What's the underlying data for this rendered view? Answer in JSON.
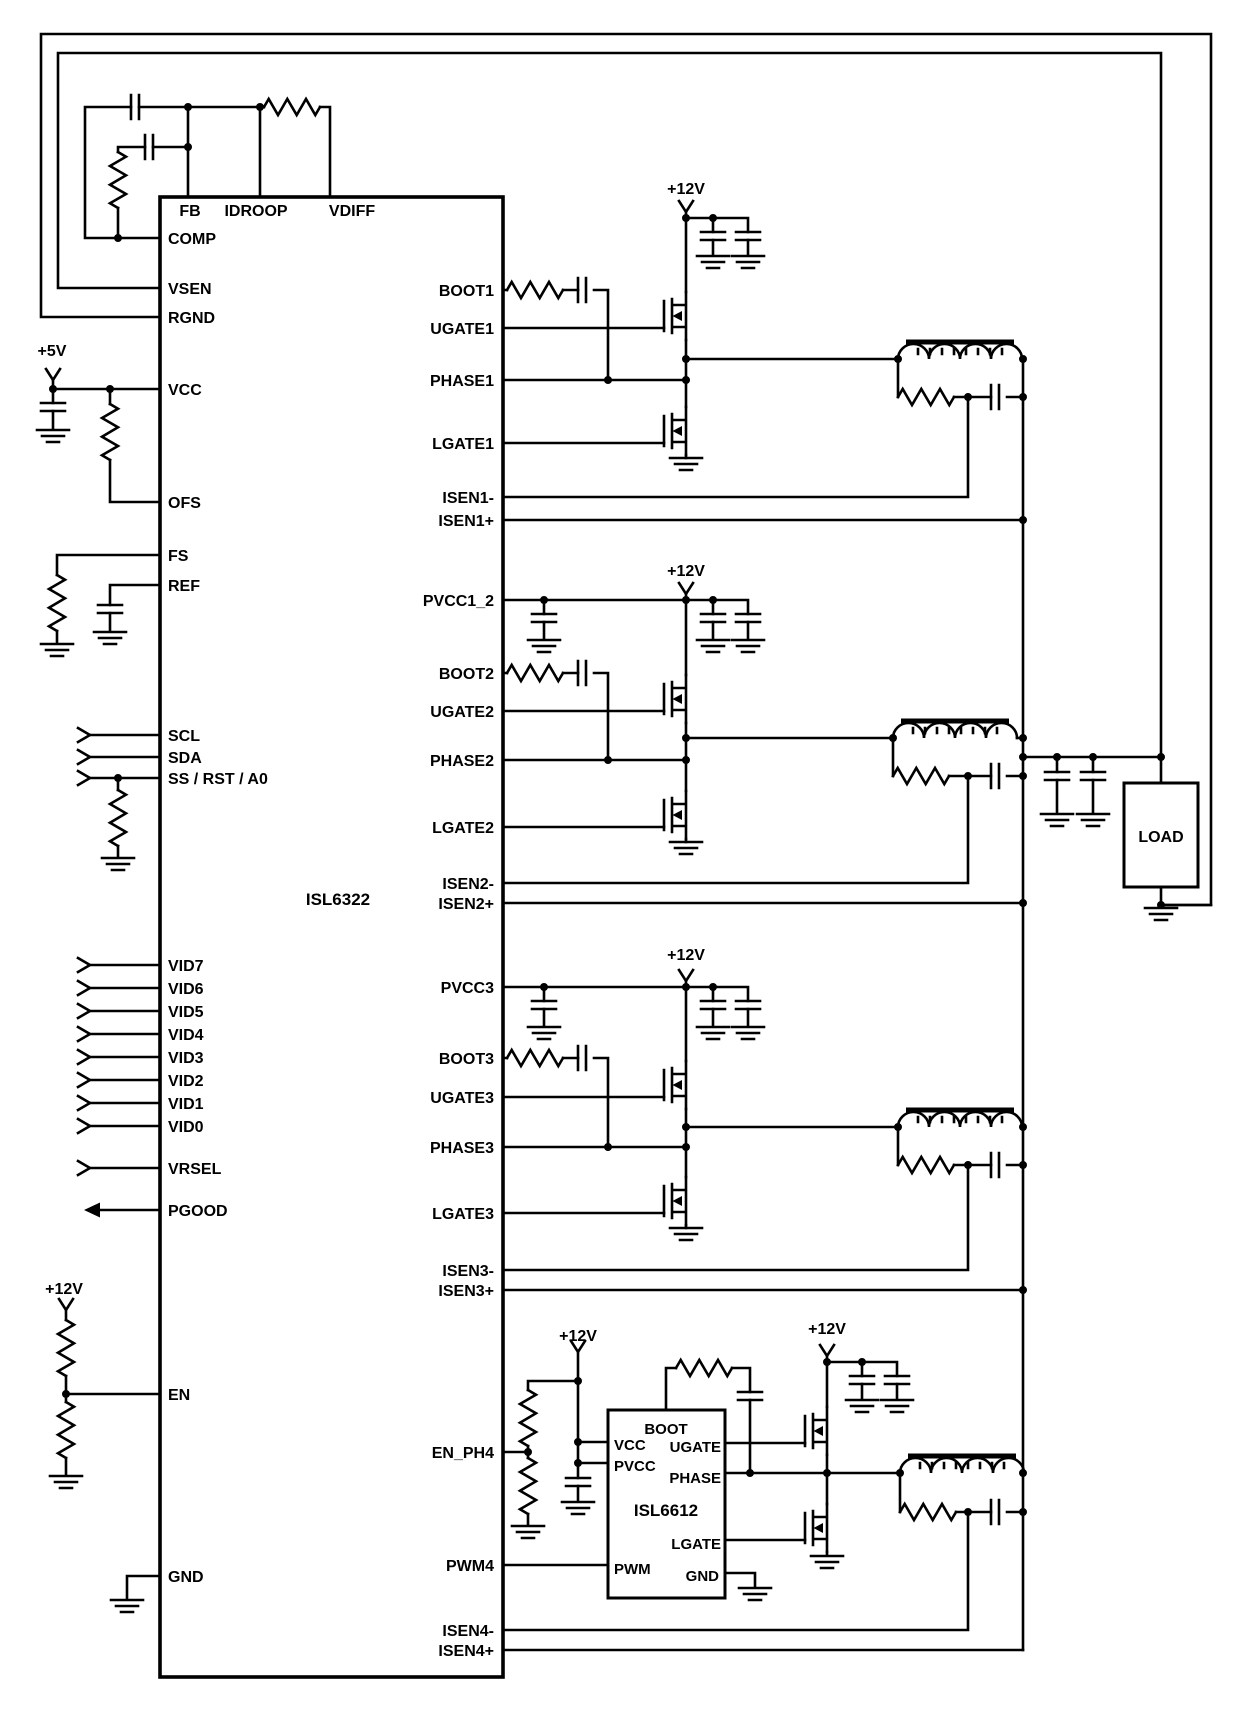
{
  "ic": {
    "name": "ISL6322",
    "top_pins": [
      "FB",
      "IDROOP",
      "VDIFF"
    ],
    "left_pins": [
      "COMP",
      "VSEN",
      "RGND",
      "VCC",
      "OFS",
      "FS",
      "REF",
      "SCL",
      "SDA",
      "SS / RST / A0",
      "VID7",
      "VID6",
      "VID5",
      "VID4",
      "VID3",
      "VID2",
      "VID1",
      "VID0",
      "VRSEL",
      "PGOOD",
      "EN",
      "GND"
    ],
    "right_pins": [
      "BOOT1",
      "UGATE1",
      "PHASE1",
      "LGATE1",
      "ISEN1-",
      "ISEN1+",
      "PVCC1_2",
      "BOOT2",
      "UGATE2",
      "PHASE2",
      "LGATE2",
      "ISEN2-",
      "ISEN2+",
      "PVCC3",
      "BOOT3",
      "UGATE3",
      "PHASE3",
      "LGATE3",
      "ISEN3-",
      "ISEN3+",
      "EN_PH4",
      "PWM4",
      "ISEN4-",
      "ISEN4+"
    ]
  },
  "driver": {
    "name": "ISL6612",
    "pins": [
      "BOOT",
      "VCC",
      "PVCC",
      "UGATE",
      "PHASE",
      "LGATE",
      "PWM",
      "GND"
    ]
  },
  "load": {
    "label": "LOAD"
  },
  "rails": {
    "p5v": "+5V",
    "p12v": "+12V"
  },
  "colors": {
    "line": "#000000",
    "background": "#ffffff"
  }
}
